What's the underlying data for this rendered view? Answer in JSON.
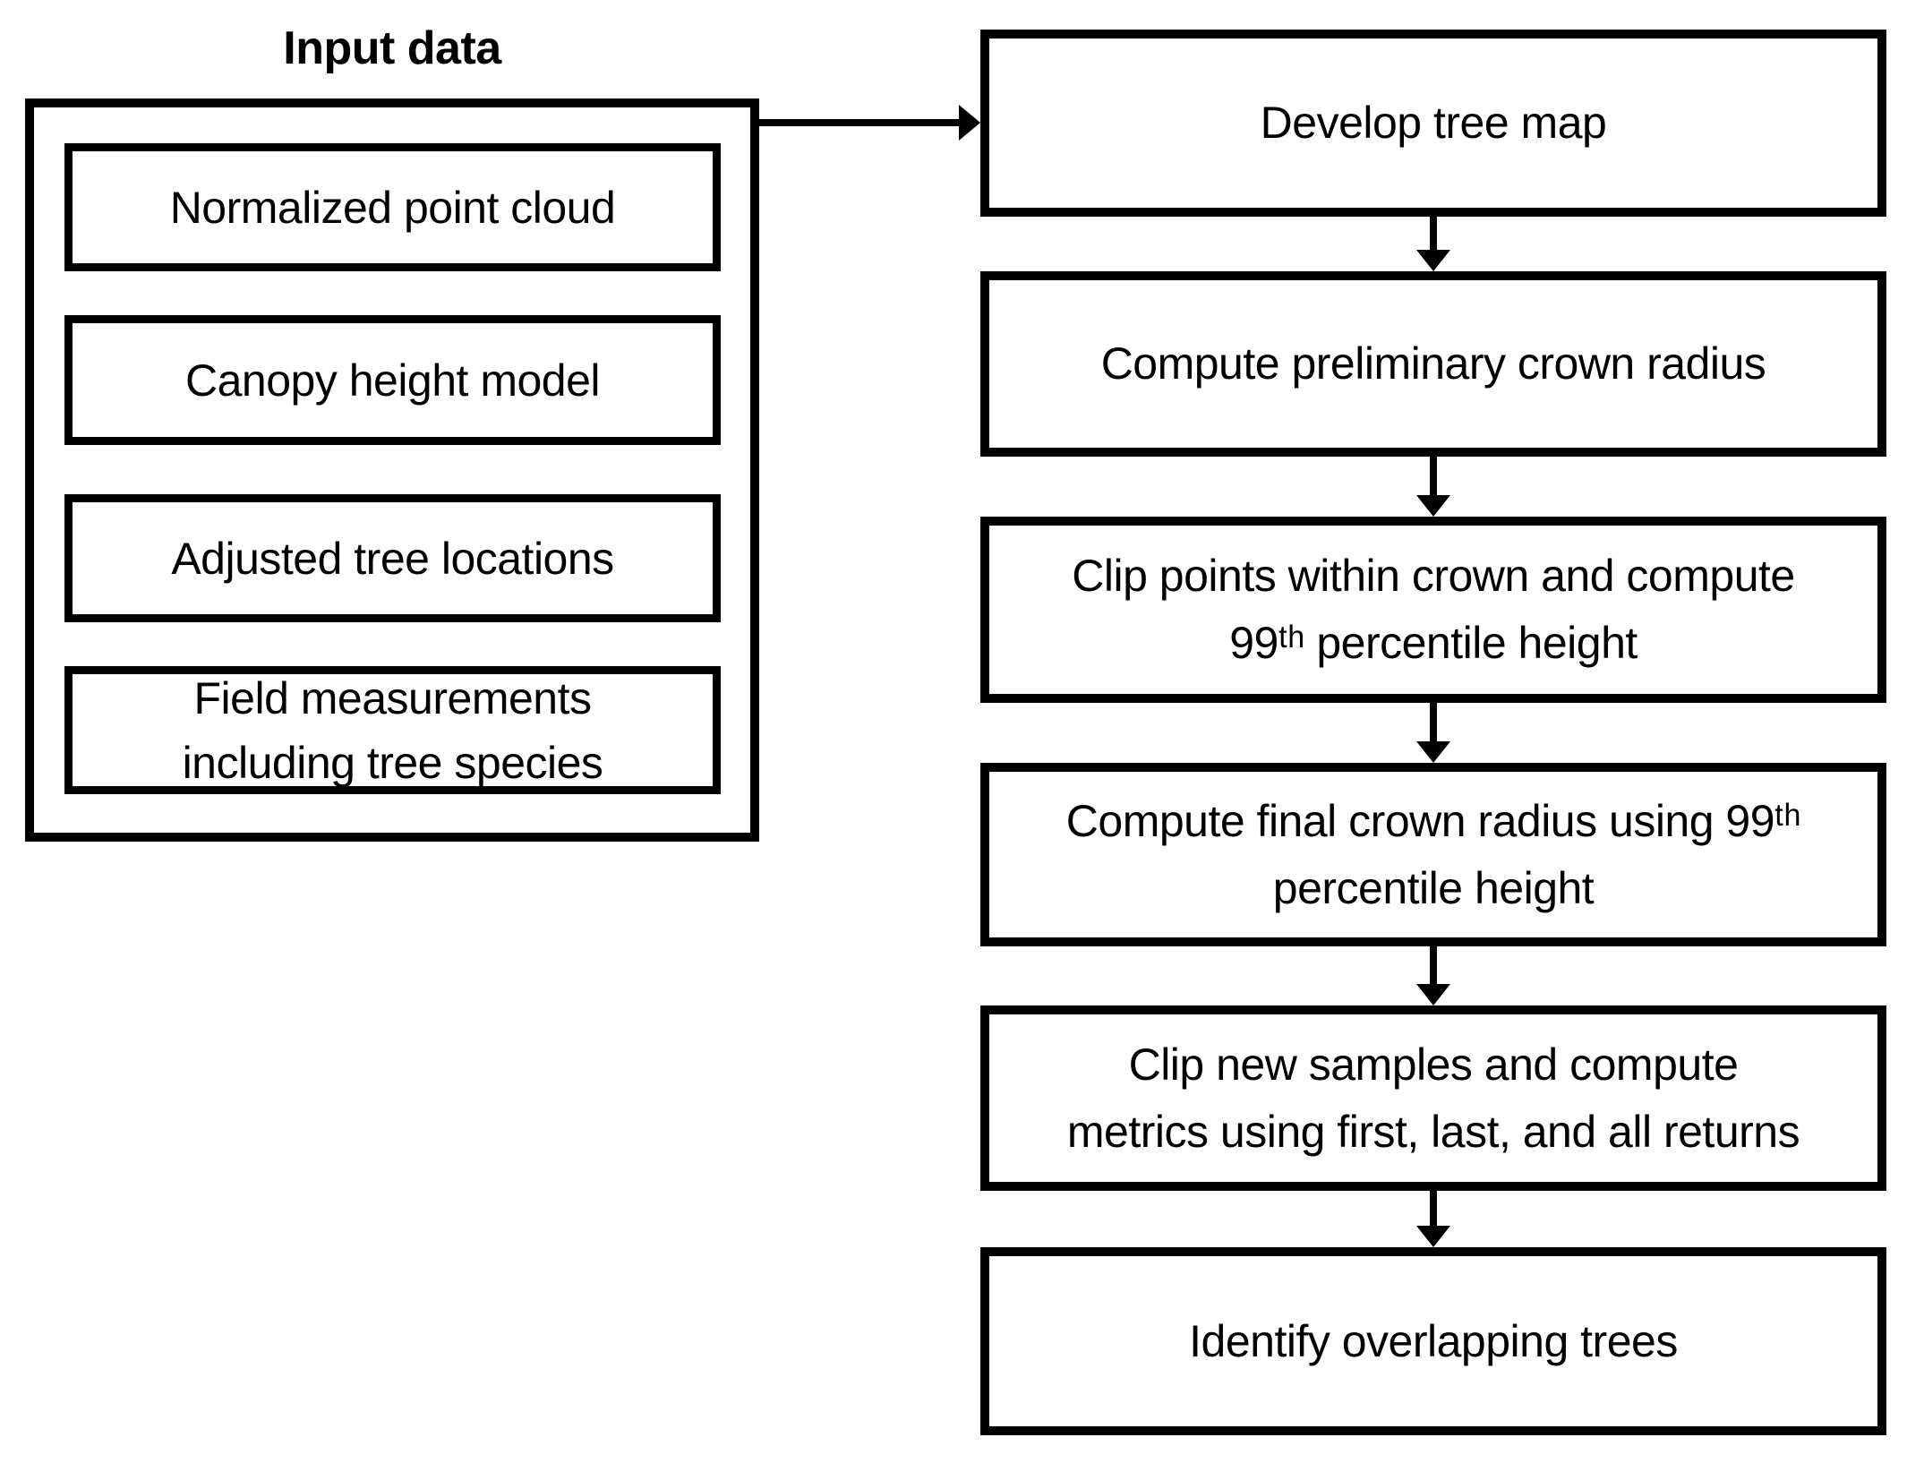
{
  "diagram": {
    "title": "Input data",
    "colors": {
      "line": "#000000",
      "text": "#000000",
      "box_fill": "#ffffff",
      "background": "#ffffff"
    },
    "inputs": [
      {
        "label": "Normalized point cloud"
      },
      {
        "label": "Canopy height model"
      },
      {
        "label": "Adjusted tree locations"
      },
      {
        "label": "Field measurements\nincluding tree species"
      }
    ],
    "steps": [
      {
        "label": "Develop tree map"
      },
      {
        "label": "Compute preliminary crown radius"
      },
      {
        "label": "Clip points within crown and compute\n99ᵗʰ percentile height"
      },
      {
        "label": "Compute final crown radius using 99ᵗʰ\npercentile height"
      },
      {
        "label": "Clip new samples and compute\nmetrics using first, last, and all returns"
      },
      {
        "label": "Identify overlapping trees"
      }
    ]
  }
}
